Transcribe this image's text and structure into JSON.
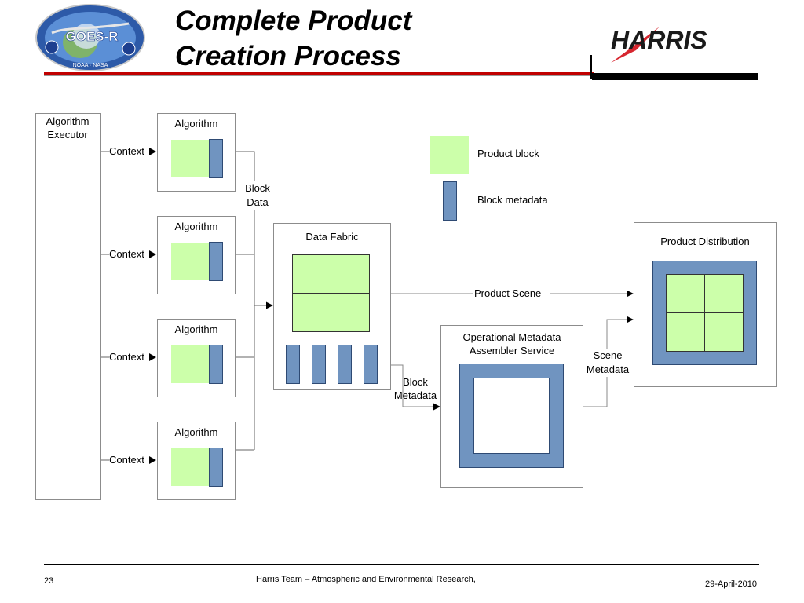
{
  "slide": {
    "title_line1": "Complete Product",
    "title_line2": "Creation Process",
    "logo_left_text": "GOES-R",
    "logo_left_bottom": "NOAA · NASA",
    "logo_right_text": "HARRIS"
  },
  "diagram": {
    "executor_label": "Algorithm\nExecutor",
    "algorithm_label": "Algorithm",
    "context_label": "Context",
    "block_data_label": "Block\nData",
    "data_fabric_label": "Data Fabric",
    "product_scene_label": "Product Scene",
    "product_distribution_label": "Product Distribution",
    "assembler_label": "Operational Metadata\nAssembler Service",
    "block_metadata_label": "Block\nMetadata",
    "scene_metadata_label": "Scene\nMetadata"
  },
  "legend": {
    "product_block": "Product block",
    "block_metadata": "Block metadata"
  },
  "footer": {
    "page_number": "23",
    "credit": "Harris Team – Atmospheric and Environmental Research,",
    "date": "29-April-2010"
  },
  "colors": {
    "green": "#ccffaa",
    "blue": "#7094c0",
    "harris_red": "#d7262f",
    "rule_red": "#c00000"
  }
}
